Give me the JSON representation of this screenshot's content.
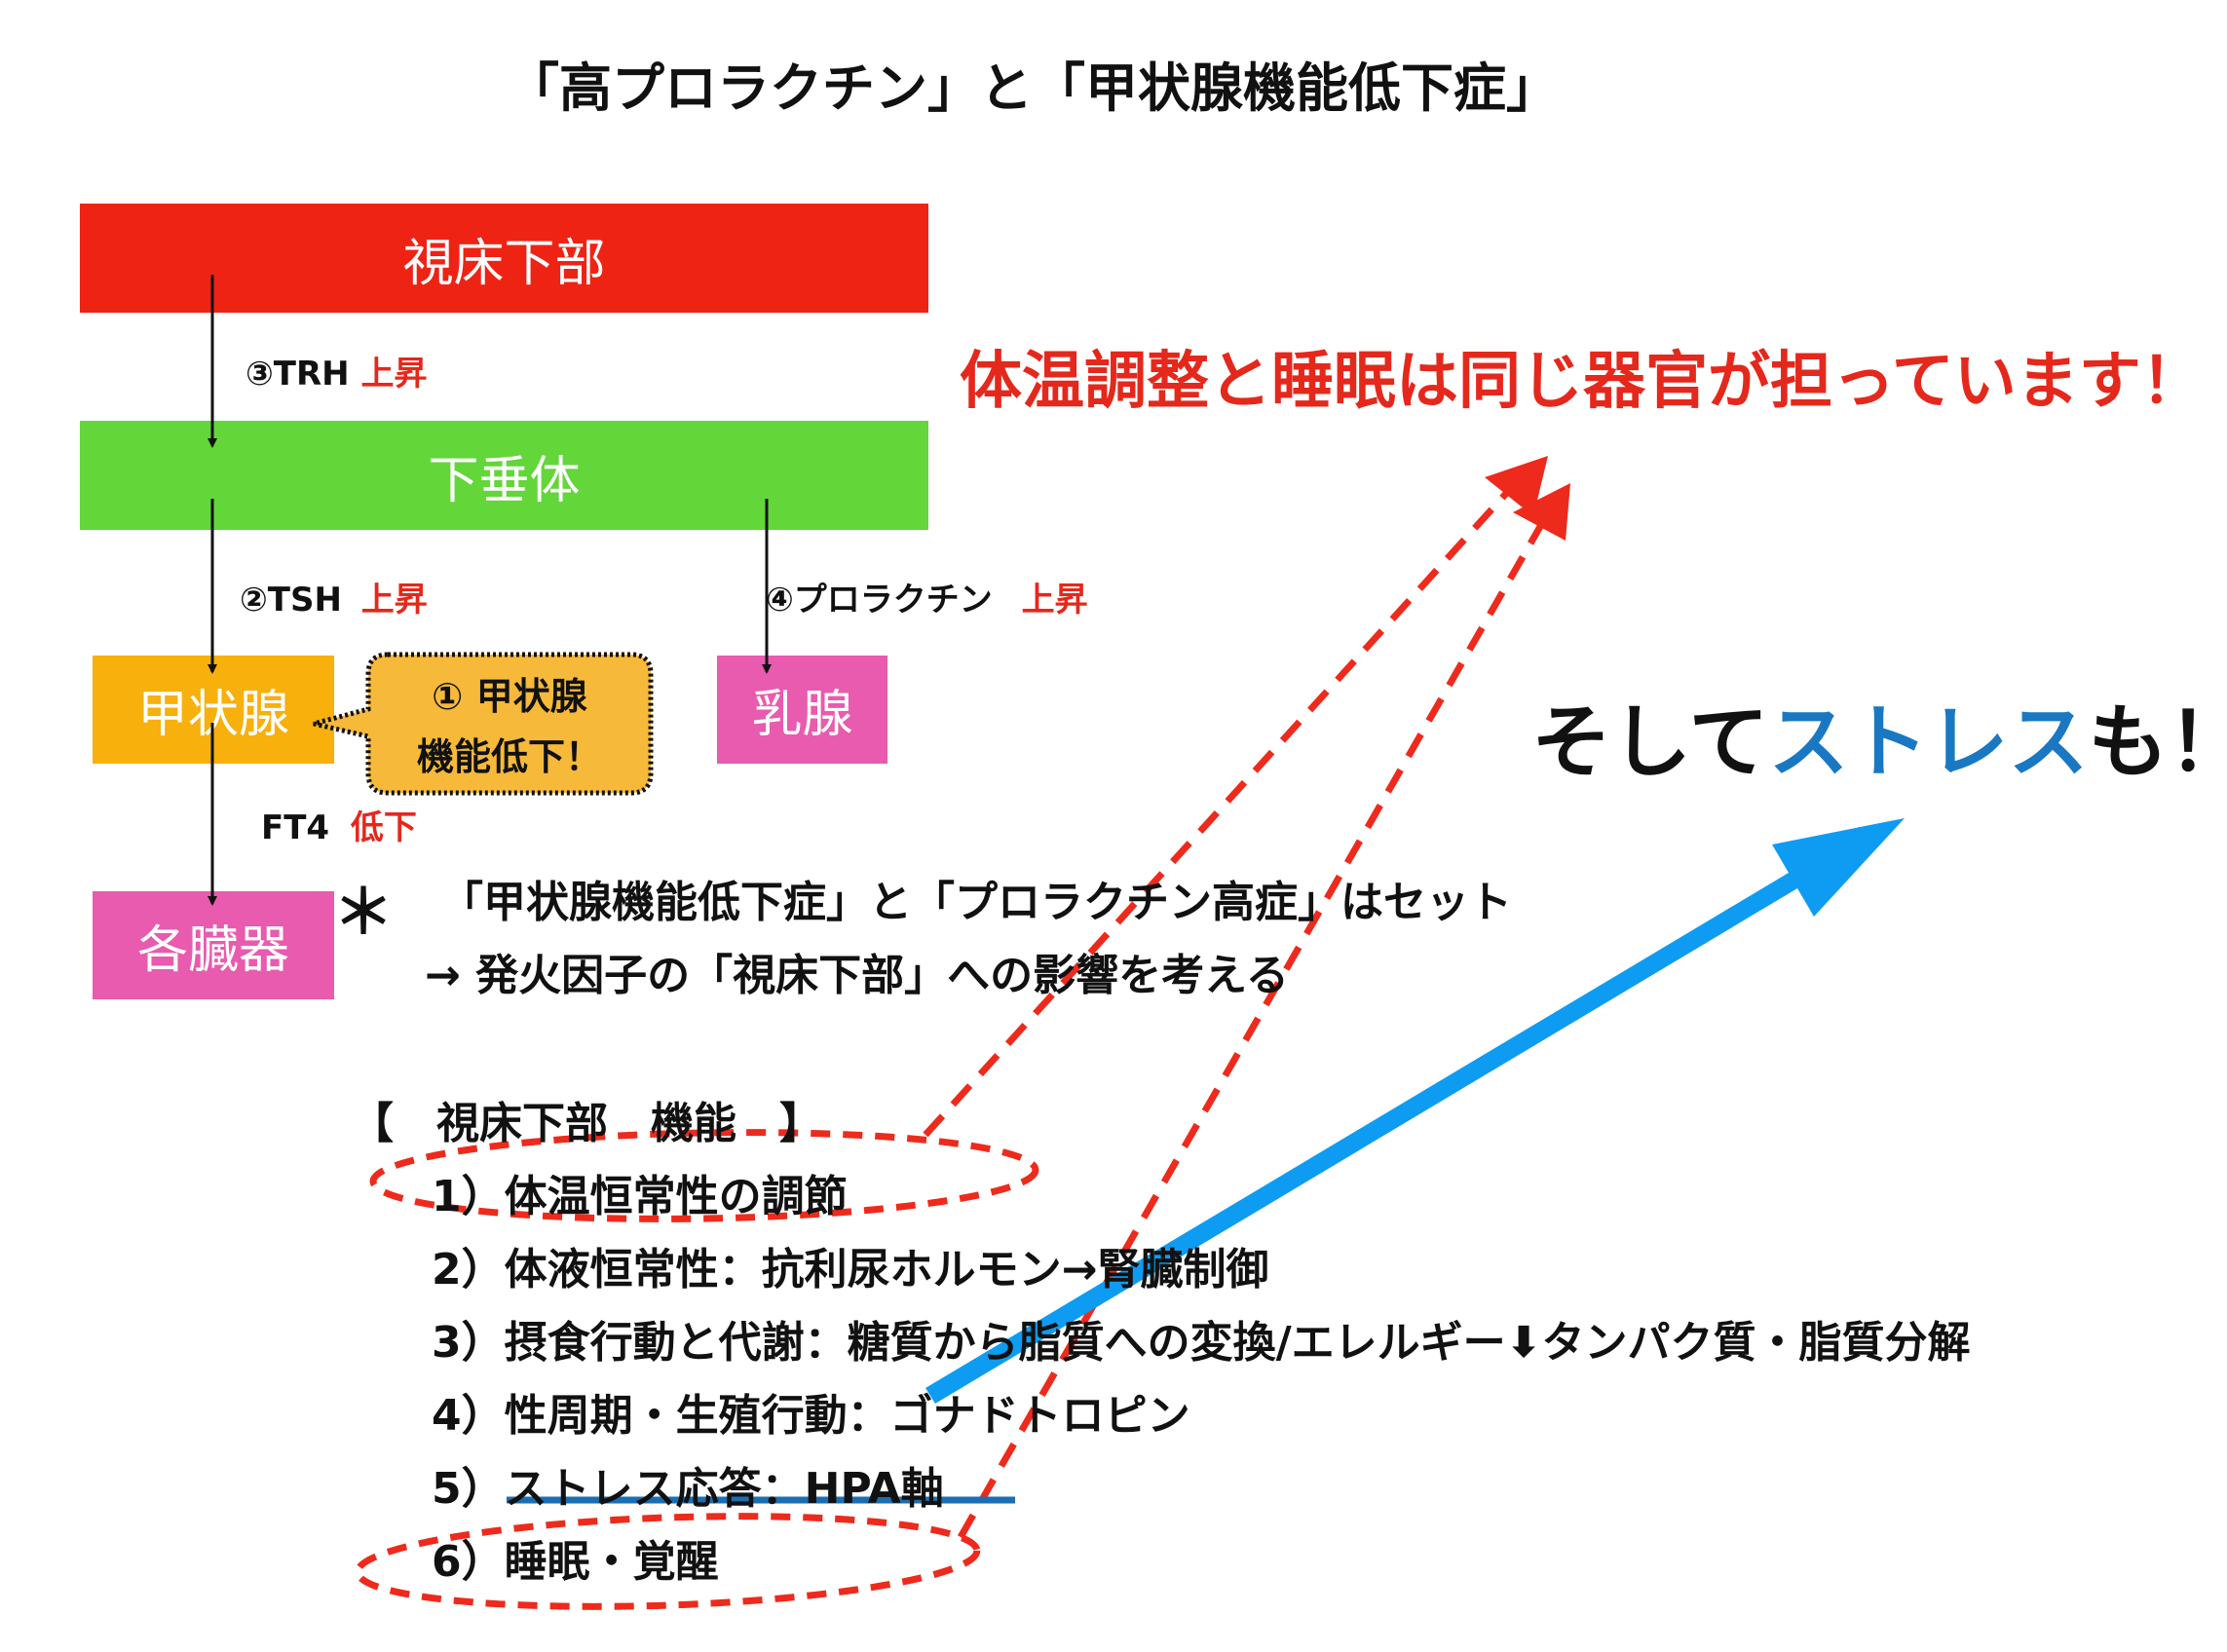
{
  "title": "「高プロラクチン」と「甲状腺機能低下症」",
  "boxes": {
    "hypothalamus": "視床下部",
    "pituitary": "下垂体",
    "thyroid": "甲状腺",
    "mammary": "乳腺",
    "organs": "各臓器"
  },
  "hormones": {
    "trh": "③TRH",
    "trh_change": "上昇",
    "tsh": "②TSH",
    "tsh_change": "上昇",
    "prolactin": "④プロラクチン",
    "prolactin_change": "上昇",
    "ft4": "FT4",
    "ft4_change": "低下"
  },
  "callout": {
    "line1": "① 甲状腺",
    "line2": "機能低下！"
  },
  "note": {
    "asterisk": "＊",
    "line1": "「甲状腺機能低下症」と「プロラクチン高症」はセット",
    "line2": "→ 発火因子の「視床下部」への影響を考える"
  },
  "functions": {
    "heading": "【　視床下部　機能　】",
    "items": [
      "1）体温恒常性の調節",
      "2）体液恒常性：抗利尿ホルモン→腎臓制御",
      "3）摂食行動と代謝：糖質から脂質への変換/エレルギー⬇︎タンパク質・脂質分解",
      "4）性周期・生殖行動：ゴナドトロピン",
      "5）ストレス応答：HPA軸",
      "6）睡眠・覚醒"
    ]
  },
  "messages": {
    "temperature_sleep": "体温調整と睡眠は同じ器官が担っています！",
    "stress_prefix": "そして",
    "stress_word": "ストレス",
    "stress_suffix": "も！"
  },
  "colors": {
    "hypothalamus": "#ef2314",
    "pituitary": "#63d63a",
    "thyroid": "#f7b00c",
    "pink": "#e85bae",
    "red_text": "#e5281c",
    "blue_text": "#1a78c2",
    "blue_arrow": "#0e9cf2"
  }
}
